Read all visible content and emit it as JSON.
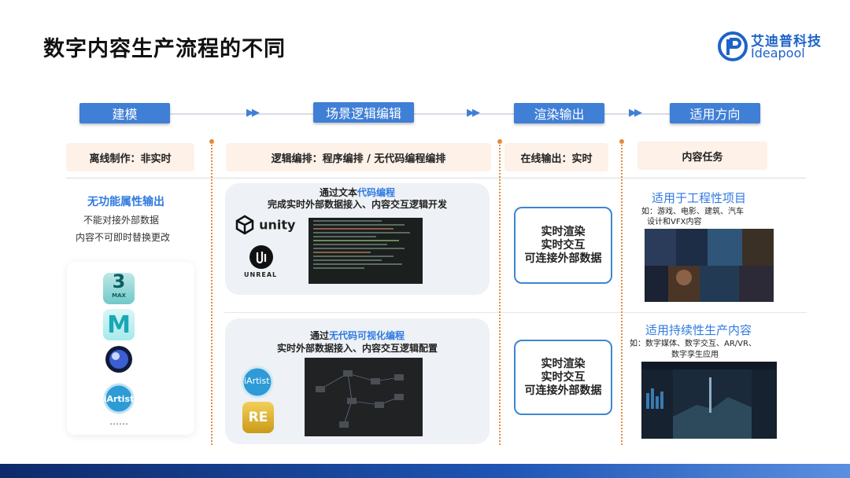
{
  "page": {
    "title": "数字内容生产流程的不同"
  },
  "logo": {
    "cn": "艾迪普科技",
    "en": "Ideapool"
  },
  "stages": [
    {
      "label": "建模"
    },
    {
      "label": "场景逻辑编辑"
    },
    {
      "label": "渲染输出"
    },
    {
      "label": "适用方向"
    }
  ],
  "headers": {
    "offline": "离线制作：非实时",
    "logic": "逻辑编排：程序编排 / 无代码编程编排",
    "online": "在线输出：实时",
    "tasks": "内容任务"
  },
  "modeling": {
    "heading": "无功能属性输出",
    "line1": "不能对接外部数据",
    "line2": "内容不可即时替换更改",
    "tools": [
      {
        "icon": "3ds-max-icon",
        "text": "3",
        "sub": "MAX"
      },
      {
        "icon": "maya-icon",
        "text": "M"
      },
      {
        "icon": "cinema4d-icon",
        "text": ""
      },
      {
        "icon": "iartist-icon",
        "text": "iArtist"
      }
    ],
    "more": "……"
  },
  "code_card": {
    "line1_prefix": "通过文本",
    "line1_highlight": "代码编程",
    "line2": "完成实时外部数据接入、内容交互逻辑开发",
    "unity_label": "unity",
    "unreal_label": "UNREAL"
  },
  "nocode_card": {
    "line1_prefix": "通过",
    "line1_highlight": "无代码可视化编程",
    "line2": "实时外部数据接入、内容交互逻辑配置",
    "iartist_label": "iArtist",
    "re_label": "RE"
  },
  "render_boxes": [
    {
      "l1": "实时渲染",
      "l2": "实时交互",
      "l3": "可连接外部数据"
    },
    {
      "l1": "实时渲染",
      "l2": "实时交互",
      "l3": "可连接外部数据"
    }
  ],
  "directions": [
    {
      "heading": "适用于工程性项目",
      "desc1": "如：游戏、电影、建筑、汽车",
      "desc2": "设计和VFX内容"
    },
    {
      "heading": "适用持续性生产内容",
      "desc1": "如：数字媒体、数字交互、AR/VR、",
      "desc2": "数字孪生应用"
    }
  ],
  "colors": {
    "accent": "#3f7fd6",
    "highlight": "#2f7ae0",
    "divider": "#e48a3d",
    "header_bg": "#fdf1e8"
  }
}
